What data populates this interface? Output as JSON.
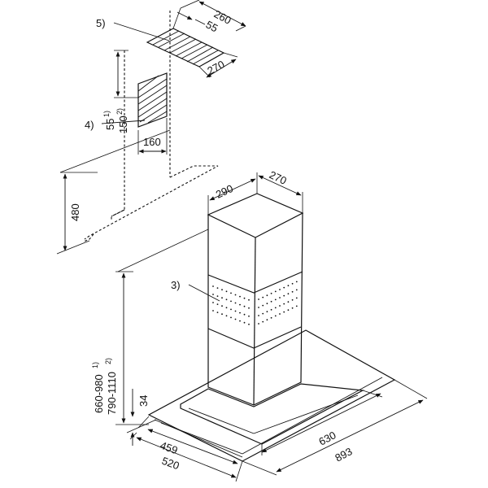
{
  "labels": {
    "callout_5": "5)",
    "callout_4": "4)",
    "callout_3": "3)",
    "dim_55_top": "55",
    "dim_260": "260",
    "dim_270_top": "270",
    "dim_55_side": "55",
    "sup_1": "1)",
    "dim_150": "150",
    "sup_2": "2)",
    "dim_160": "160",
    "dim_480": "480",
    "dim_290": "290",
    "dim_270_box": "270",
    "dim_660_980": "660-980",
    "dim_790_1110": "790-1110",
    "dim_34": "34",
    "dim_459": "459",
    "dim_520": "520",
    "dim_630": "630",
    "dim_893": "893"
  }
}
